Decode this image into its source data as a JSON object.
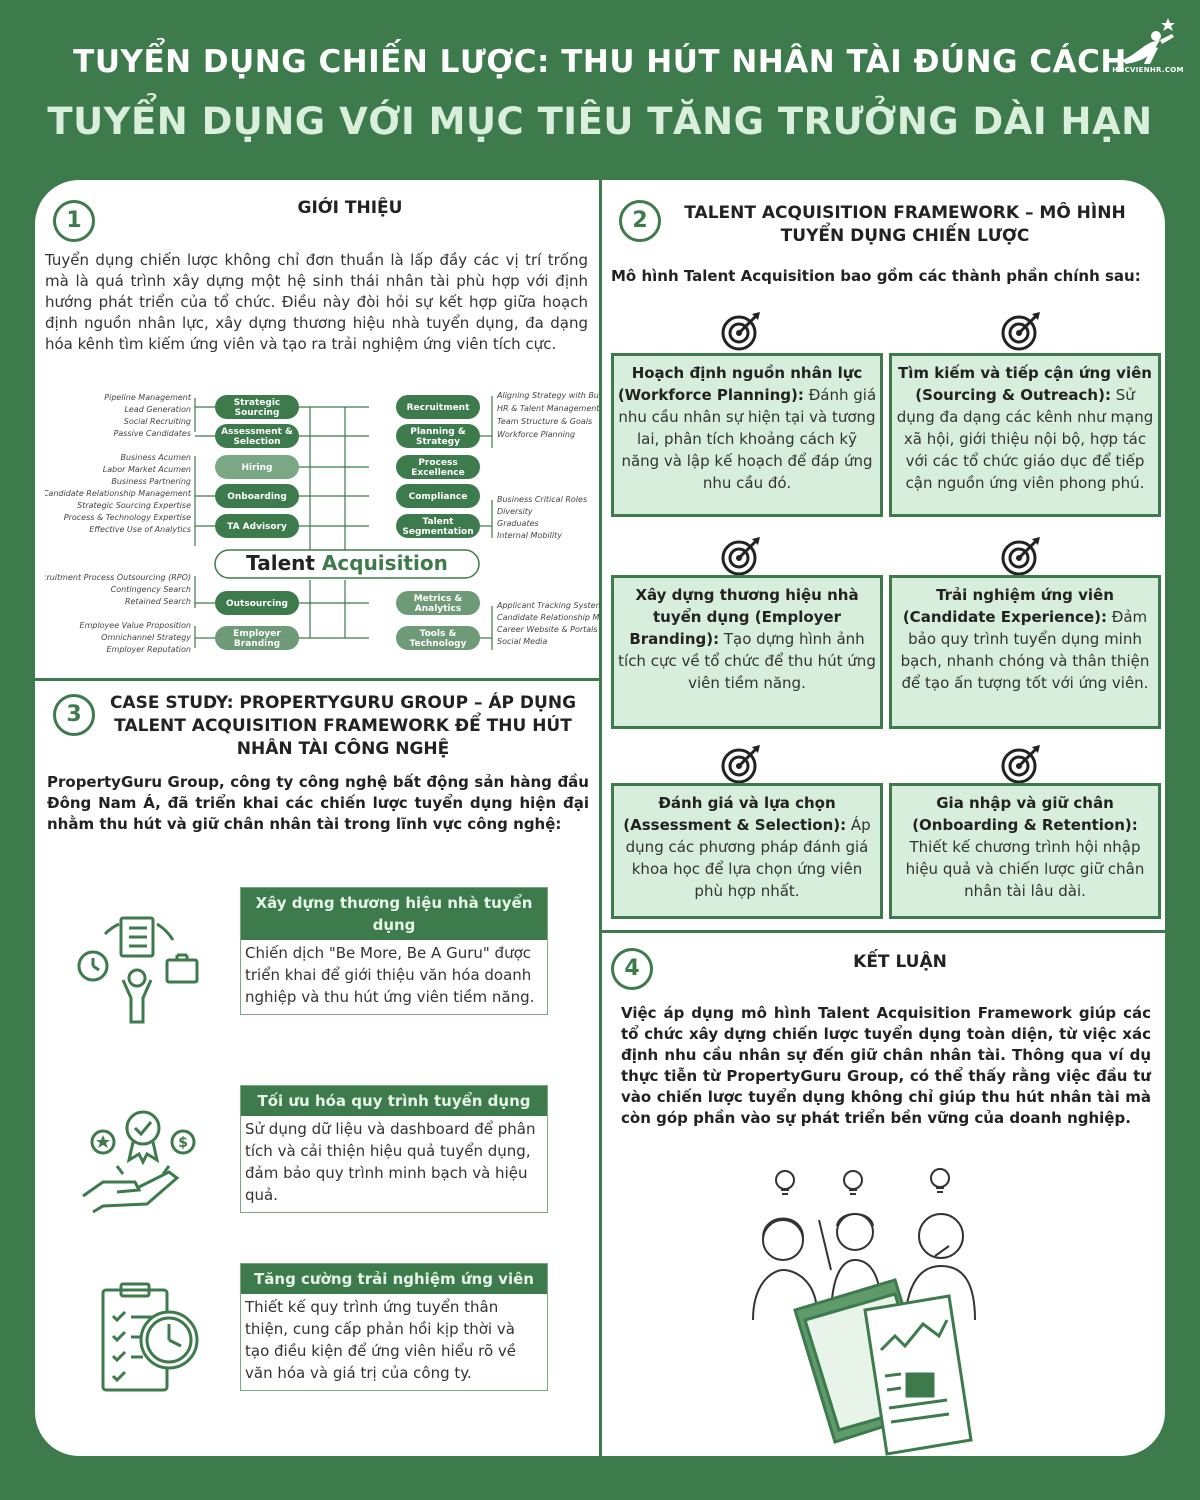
{
  "header": {
    "title1": "TUYỂN DỤNG CHIẾN LƯỢC: THU HÚT NHÂN TÀI ĐÚNG CÁCH",
    "title2": "TUYỂN DỤNG VỚI MỤC TIÊU TĂNG TRƯỞNG DÀI HẠN",
    "logo_text": "HOCVIENHR.COM"
  },
  "colors": {
    "primary": "#3d7a4c",
    "light_green": "#d6eedb",
    "background": "#ffffff"
  },
  "section1": {
    "number": "1",
    "title": "GIỚI THIỆU",
    "text": "Tuyển dụng chiến lược không chỉ đơn thuần là lấp đầy các vị trí trống mà là quá trình xây dựng một hệ sinh thái nhân tài phù hợp với định hướng phát triển của tổ chức. Điều này đòi hỏi sự kết hợp giữa hoạch định nguồn nhân lực, xây dựng thương hiệu nhà tuyển dụng, đa dạng hóa kênh tìm kiếm ứng viên và tạo ra trải nghiệm ứng viên tích cực.",
    "diagram": {
      "center": "Talent Acquisition",
      "left_pills": [
        "Strategic Sourcing",
        "Assessment & Selection",
        "Hiring",
        "Onboarding",
        "TA Advisory",
        "Outsourcing",
        "Employer Branding"
      ],
      "right_pills": [
        "Recruitment",
        "Planning & Strategy",
        "Process Excellence",
        "Compliance",
        "Talent Segmentation",
        "Metrics & Analytics",
        "Tools & Technology"
      ],
      "left_labels_top": [
        "Pipeline Management",
        "Lead Generation",
        "Social Recruiting",
        "Passive Candidates"
      ],
      "left_labels_mid": [
        "Business Acumen",
        "Labor Market Acumen",
        "Business Partnering",
        "Candidate Relationship Management",
        "Strategic Sourcing Expertise",
        "Process & Technology Expertise",
        "Effective Use of Analytics"
      ],
      "left_labels_out": [
        "Recruitment Process Outsourcing (RPO)",
        "Contingency Search",
        "Retained Search"
      ],
      "left_labels_brand": [
        "Employee Value Proposition",
        "Omnichannel Strategy",
        "Employer Reputation"
      ],
      "right_labels_plan": [
        "Aligning Strategy with Business Goals",
        "HR & Talent Management Integration",
        "Team Structure & Goals",
        "Workforce Planning"
      ],
      "right_labels_seg": [
        "Business Critical Roles",
        "Diversity",
        "Graduates",
        "Internal Mobility"
      ],
      "right_labels_tools": [
        "Applicant Tracking System (ATS)",
        "Candidate Relationship Management (CRM)",
        "Career Website & Portals",
        "Social Media"
      ]
    }
  },
  "section2": {
    "number": "2",
    "title": "TALENT ACQUISITION FRAMEWORK – MÔ HÌNH TUYỂN DỤNG CHIẾN LƯỢC",
    "intro": "Mô hình Talent Acquisition bao gồm các thành phần chính sau:",
    "items": [
      {
        "title": "Hoạch định nguồn nhân lực (Workforce Planning):",
        "text": "Đánh giá nhu cầu nhân sự hiện tại và tương lai, phân tích khoảng cách kỹ năng và lập kế hoạch để đáp ứng nhu cầu đó."
      },
      {
        "title": "Tìm kiếm và tiếp cận ứng viên (Sourcing & Outreach):",
        "text": "Sử dụng đa dạng các kênh như mạng xã hội, giới thiệu nội bộ, hợp tác với các tổ chức giáo dục để tiếp cận nguồn ứng viên phong phú."
      },
      {
        "title": "Xây dựng thương hiệu nhà tuyển dụng (Employer Branding):",
        "text": "Tạo dựng hình ảnh tích cực về tổ chức để thu hút ứng viên tiềm năng."
      },
      {
        "title": "Trải nghiệm ứng viên (Candidate Experience):",
        "text": "Đảm bảo quy trình tuyển dụng minh bạch, nhanh chóng và thân thiện để tạo ấn tượng tốt với ứng viên."
      },
      {
        "title": "Đánh giá và lựa chọn (Assessment & Selection):",
        "text": "Áp dụng các phương pháp đánh giá khoa học để lựa chọn ứng viên phù hợp nhất."
      },
      {
        "title": "Gia nhập và giữ chân (Onboarding & Retention):",
        "text": "Thiết kế chương trình hội nhập hiệu quả và chiến lược giữ chân nhân tài lâu dài."
      }
    ]
  },
  "section3": {
    "number": "3",
    "title": "CASE STUDY: PROPERTYGURU GROUP – ÁP DỤNG TALENT ACQUISITION FRAMEWORK ĐỂ THU HÚT NHÂN TÀI CÔNG NGHỆ",
    "intro": "PropertyGuru Group, công ty công nghệ bất động sản hàng đầu Đông Nam Á, đã triển khai các chiến lược tuyển dụng hiện đại nhằm thu hút và giữ chân nhân tài trong lĩnh vực công nghệ:",
    "items": [
      {
        "title": "Xây dựng thương hiệu nhà tuyển dụng",
        "text": "Chiến dịch \"Be More, Be A Guru\" được triển khai để giới thiệu văn hóa doanh nghiệp và thu hút ứng viên tiềm năng."
      },
      {
        "title": "Tối ưu hóa quy trình tuyển dụng",
        "text": "Sử dụng dữ liệu và dashboard để phân tích và cải thiện hiệu quả tuyển dụng, đảm bảo quy trình minh bạch và hiệu quả."
      },
      {
        "title": "Tăng cường trải nghiệm ứng viên",
        "text": "Thiết kế quy trình ứng tuyển thân thiện, cung cấp phản hồi kịp thời và tạo điều kiện để ứng viên hiểu rõ về văn hóa và giá trị của công ty."
      }
    ]
  },
  "section4": {
    "number": "4",
    "title": "KẾT LUẬN",
    "text": "Việc áp dụng mô hình Talent Acquisition Framework giúp các tổ chức xây dựng chiến lược tuyển dụng toàn diện, từ việc xác định nhu cầu nhân sự đến giữ chân nhân tài. Thông qua ví dụ thực tiễn từ PropertyGuru Group, có thể thấy rằng việc đầu tư vào chiến lược tuyển dụng không chỉ giúp thu hút nhân tài mà còn góp phần vào sự phát triển bền vững của doanh nghiệp."
  }
}
